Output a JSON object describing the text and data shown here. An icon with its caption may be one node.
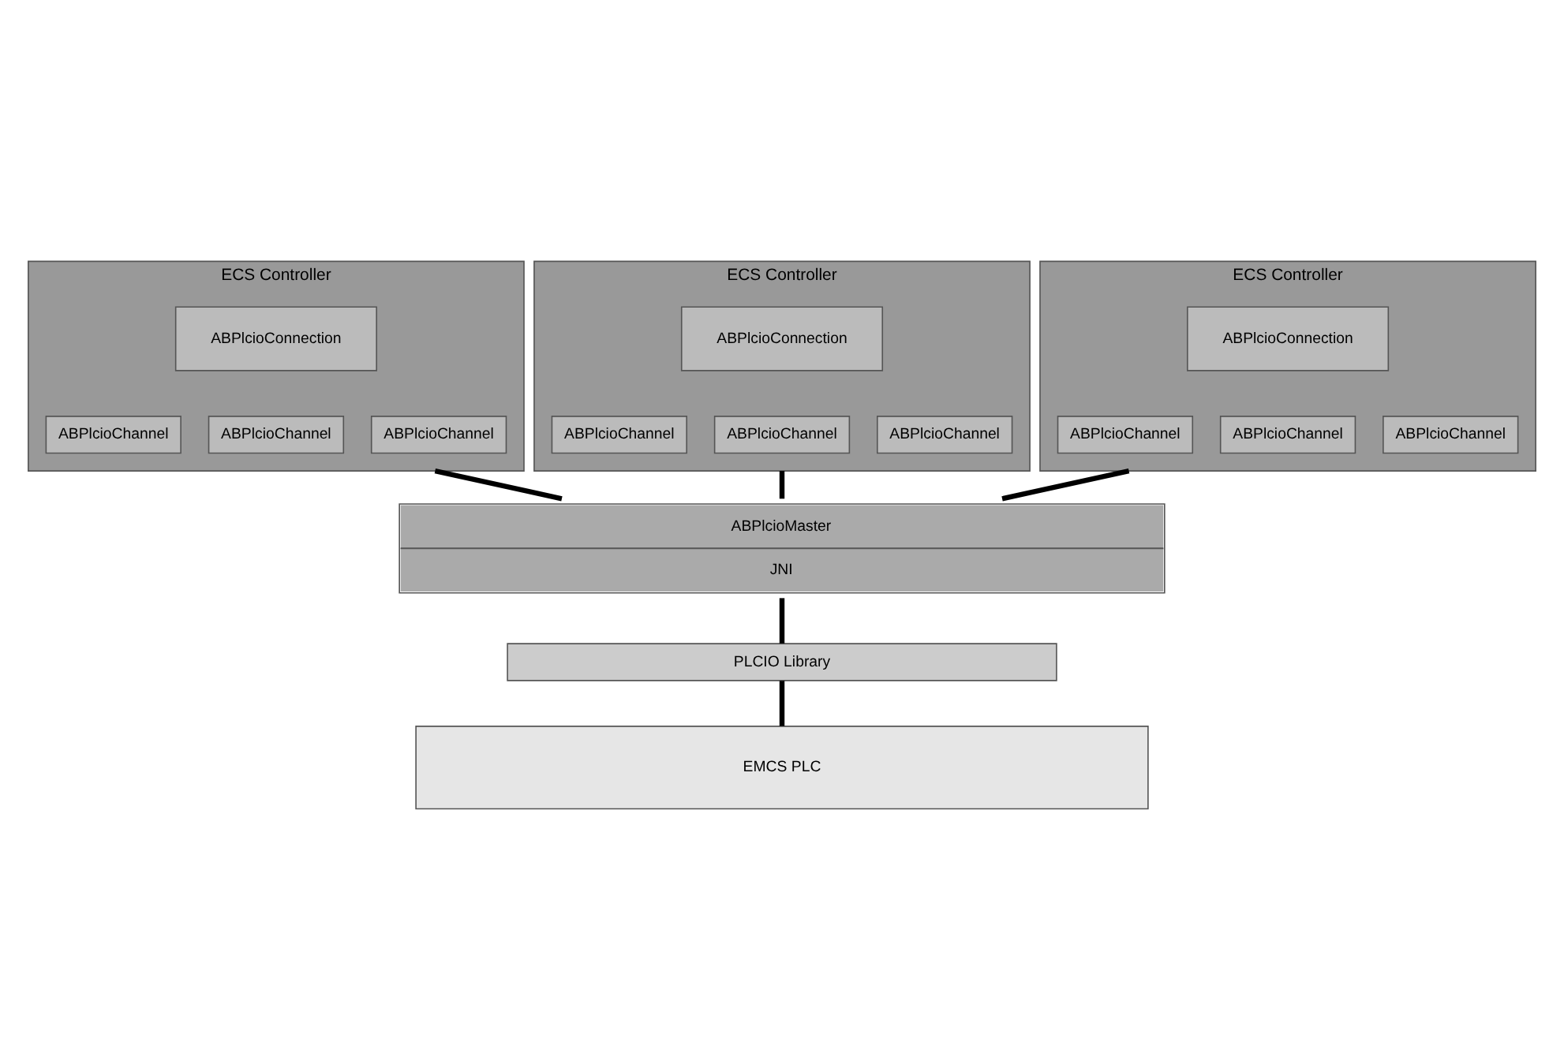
{
  "diagram": {
    "nodes": [
      {
        "text": [
          "ECS Controller"
        ]
      },
      {
        "text": [
          "ABPlcioConnection"
        ],
        "in": 0
      },
      {
        "text": [
          "ABPlcioChannel"
        ],
        "in": 0
      },
      {
        "text": [
          "ABPlcioChannel"
        ],
        "in": 0
      },
      {
        "text": [
          "ABPlcioChannel"
        ],
        "in": 0
      },
      {
        "text": [
          "ECS Controller"
        ]
      },
      {
        "text": [
          "ABPlcioConnection"
        ],
        "in": 5
      },
      {
        "text": [
          "ABPlcioChannel"
        ],
        "in": 5
      },
      {
        "text": [
          "ABPlcioChannel"
        ],
        "in": 5
      },
      {
        "text": [
          "ABPlcioChannel"
        ],
        "in": 5
      },
      {
        "text": [
          "ECS Controller"
        ]
      },
      {
        "text": [
          "ABPlcioConnection"
        ],
        "in": 10
      },
      {
        "text": [
          "ABPlcioChannel"
        ],
        "in": 10
      },
      {
        "text": [
          "ABPlcioChannel"
        ],
        "in": 10
      },
      {
        "text": [
          "ABPlcioChannel"
        ],
        "in": 10
      },
      {
        "text": [
          "ABPlcioMaster",
          "JNI"
        ]
      },
      {
        "text": [
          "PLCIO Library"
        ]
      },
      {
        "text": [
          "EMCS PLC"
        ]
      }
    ],
    "edges": [
      {
        "from": 0,
        "to": 15,
        "arrow": "none"
      },
      {
        "from": 5,
        "to": 15,
        "arrow": "none"
      },
      {
        "from": 10,
        "to": 15,
        "arrow": "none"
      },
      {
        "from": 15,
        "to": 16,
        "arrow": "none"
      },
      {
        "from": 16,
        "to": 17,
        "arrow": "none"
      }
    ]
  }
}
